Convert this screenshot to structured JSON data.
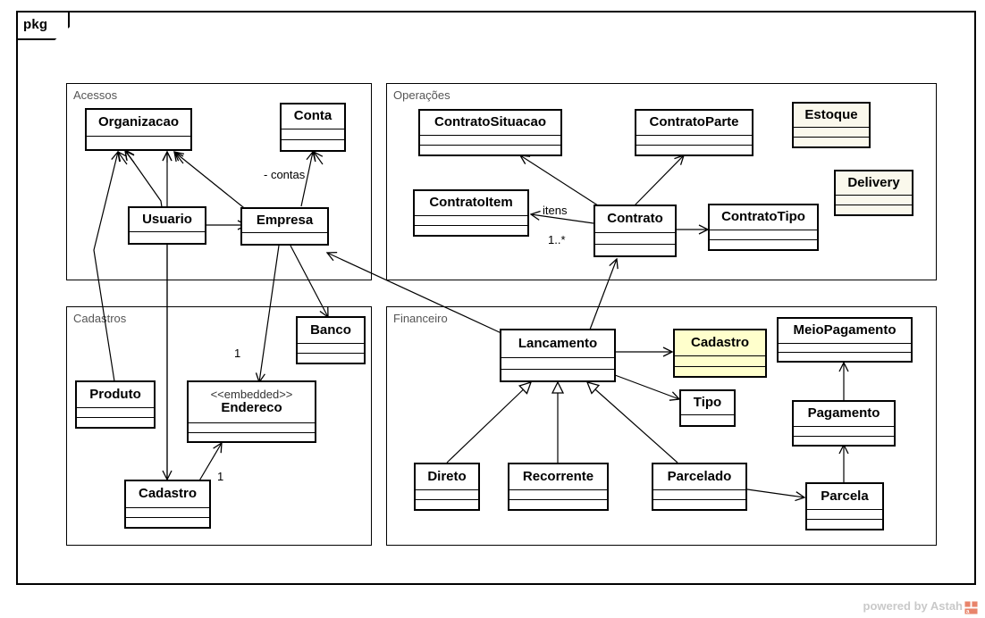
{
  "diagram": {
    "frame_label": "pkg",
    "type": "uml-package-class-diagram",
    "watermark": "powered by Astah"
  },
  "packages": [
    {
      "id": "acessos",
      "name": "Acessos"
    },
    {
      "id": "operacoes",
      "name": "Operações"
    },
    {
      "id": "cadastros",
      "name": "Cadastros"
    },
    {
      "id": "financeiro",
      "name": "Financeiro"
    }
  ],
  "classes": {
    "organizacao": {
      "name": "Organizacao",
      "package": "Acessos",
      "compartments": 1,
      "fill": "#ffffff"
    },
    "conta": {
      "name": "Conta",
      "package": "Acessos",
      "compartments": 2,
      "fill": "#ffffff"
    },
    "usuario": {
      "name": "Usuario",
      "package": "Acessos",
      "compartments": 1,
      "fill": "#ffffff"
    },
    "empresa": {
      "name": "Empresa",
      "package": "Acessos",
      "compartments": 1,
      "fill": "#ffffff"
    },
    "contratosituacao": {
      "name": "ContratoSituacao",
      "package": "Operações",
      "compartments": 2,
      "fill": "#ffffff"
    },
    "contratoparte": {
      "name": "ContratoParte",
      "package": "Operações",
      "compartments": 2,
      "fill": "#ffffff"
    },
    "estoque": {
      "name": "Estoque",
      "package": "Operações",
      "compartments": 2,
      "fill": "#faf8ec"
    },
    "delivery": {
      "name": "Delivery",
      "package": "Operações",
      "compartments": 2,
      "fill": "#faf8ec"
    },
    "contratoitem": {
      "name": "ContratoItem",
      "package": "Operações",
      "compartments": 2,
      "fill": "#ffffff"
    },
    "contrato": {
      "name": "Contrato",
      "package": "Operações",
      "compartments": 2,
      "fill": "#ffffff"
    },
    "contratotipo": {
      "name": "ContratoTipo",
      "package": "Operações",
      "compartments": 2,
      "fill": "#ffffff"
    },
    "produto": {
      "name": "Produto",
      "package": "Cadastros",
      "compartments": 2,
      "fill": "#ffffff"
    },
    "banco": {
      "name": "Banco",
      "package": "Cadastros",
      "compartments": 2,
      "fill": "#ffffff"
    },
    "endereco": {
      "name": "Endereco",
      "stereotype": "<<embedded>>",
      "package": "Cadastros",
      "compartments": 2,
      "fill": "#ffffff"
    },
    "cadastro": {
      "name": "Cadastro",
      "package": "Cadastros",
      "compartments": 2,
      "fill": "#ffffff"
    },
    "lancamento": {
      "name": "Lancamento",
      "package": "Financeiro",
      "compartments": 2,
      "fill": "#ffffff"
    },
    "cadastro_fin": {
      "name": "Cadastro",
      "package": "Financeiro",
      "compartments": 2,
      "fill": "#ffffcc"
    },
    "meiopagamento": {
      "name": "MeioPagamento",
      "package": "Financeiro",
      "compartments": 2,
      "fill": "#ffffff"
    },
    "tipo": {
      "name": "Tipo",
      "package": "Financeiro",
      "compartments": 1,
      "fill": "#ffffff"
    },
    "pagamento": {
      "name": "Pagamento",
      "package": "Financeiro",
      "compartments": 2,
      "fill": "#ffffff"
    },
    "direto": {
      "name": "Direto",
      "package": "Financeiro",
      "compartments": 2,
      "fill": "#ffffff"
    },
    "recorrente": {
      "name": "Recorrente",
      "package": "Financeiro",
      "compartments": 2,
      "fill": "#ffffff"
    },
    "parcelado": {
      "name": "Parcelado",
      "package": "Financeiro",
      "compartments": 2,
      "fill": "#ffffff"
    },
    "parcela": {
      "name": "Parcela",
      "package": "Financeiro",
      "compartments": 2,
      "fill": "#ffffff"
    }
  },
  "edge_labels": {
    "contas": "- contas",
    "itens": "itens",
    "mult_itens": "1..*",
    "mult_empresa_endereco": "1",
    "mult_cadastro_endereco": "1"
  },
  "relationships": [
    {
      "from": "usuario",
      "to": "organizacao",
      "kind": "association"
    },
    {
      "from": "empresa",
      "to": "organizacao",
      "kind": "association"
    },
    {
      "from": "usuario",
      "to": "empresa",
      "kind": "association"
    },
    {
      "from": "empresa",
      "to": "conta",
      "kind": "association",
      "label": "- contas"
    },
    {
      "from": "produto",
      "to": "organizacao",
      "kind": "association"
    },
    {
      "from": "cadastro",
      "to": "organizacao",
      "kind": "association"
    },
    {
      "from": "usuario",
      "to": "cadastro",
      "kind": "association"
    },
    {
      "from": "empresa",
      "to": "endereco",
      "kind": "association",
      "label": "1"
    },
    {
      "from": "empresa",
      "to": "banco",
      "kind": "association"
    },
    {
      "from": "cadastro",
      "to": "endereco",
      "kind": "association",
      "label": "1"
    },
    {
      "from": "contrato",
      "to": "contratositucao",
      "kind": "association"
    },
    {
      "from": "contrato",
      "to": "contratoparte",
      "kind": "association"
    },
    {
      "from": "contrato",
      "to": "contratoitem",
      "kind": "association",
      "label": "itens",
      "multiplicity": "1..*"
    },
    {
      "from": "contrato",
      "to": "contratotipo",
      "kind": "association"
    },
    {
      "from": "lancamento",
      "to": "contrato",
      "kind": "association"
    },
    {
      "from": "lancamento",
      "to": "empresa",
      "kind": "association"
    },
    {
      "from": "lancamento",
      "to": "cadastro_fin",
      "kind": "association"
    },
    {
      "from": "lancamento",
      "to": "tipo",
      "kind": "association"
    },
    {
      "from": "direto",
      "to": "lancamento",
      "kind": "generalization"
    },
    {
      "from": "recorrente",
      "to": "lancamento",
      "kind": "generalization"
    },
    {
      "from": "parcelado",
      "to": "lancamento",
      "kind": "generalization"
    },
    {
      "from": "parcelado",
      "to": "parcela",
      "kind": "association"
    },
    {
      "from": "parcela",
      "to": "pagamento",
      "kind": "association"
    },
    {
      "from": "pagamento",
      "to": "meiopagamento",
      "kind": "association"
    }
  ],
  "colors": {
    "stroke": "#000000",
    "background": "#ffffff",
    "cream_fill": "#faf8ec",
    "yellow_fill": "#ffffcc",
    "package_label": "#555555",
    "watermark": "#c9c9c9",
    "astah_accent": "#e8846b"
  }
}
